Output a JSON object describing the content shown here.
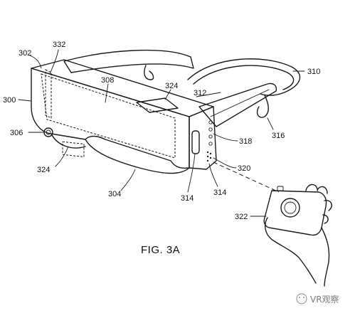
{
  "caption": "FIG. 3A",
  "watermark": "VR观察",
  "reference_labels": {
    "r300": "300",
    "r302": "302",
    "r304": "304",
    "r306": "306",
    "r308": "308",
    "r310": "310",
    "r312": "312",
    "r314a": "314",
    "r314b": "314",
    "r316": "316",
    "r318": "318",
    "r320": "320",
    "r322": "322",
    "r324a": "324",
    "r324b": "324",
    "r332": "332"
  },
  "colors": {
    "line": "#1a1a1a",
    "watermark": "#7a7a7a"
  }
}
